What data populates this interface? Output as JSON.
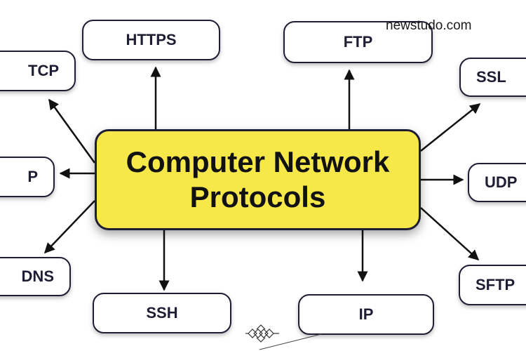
{
  "diagram": {
    "center": {
      "line1": "Computer Network",
      "line2": "Protocols",
      "fill": "#f7e849"
    },
    "nodes": {
      "https": "HTTPS",
      "ftp": "FTP",
      "tcp": "TCP",
      "ssl": "SSL",
      "left_mid": "P",
      "udp": "UDP",
      "dns": "DNS",
      "sftp": "SFTP",
      "ssh": "SSH",
      "ip": "IP"
    },
    "watermark": "newstudo.com"
  },
  "colors": {
    "border": "#1d1d33",
    "text": "#1d1d33",
    "background": "#ffffff"
  }
}
